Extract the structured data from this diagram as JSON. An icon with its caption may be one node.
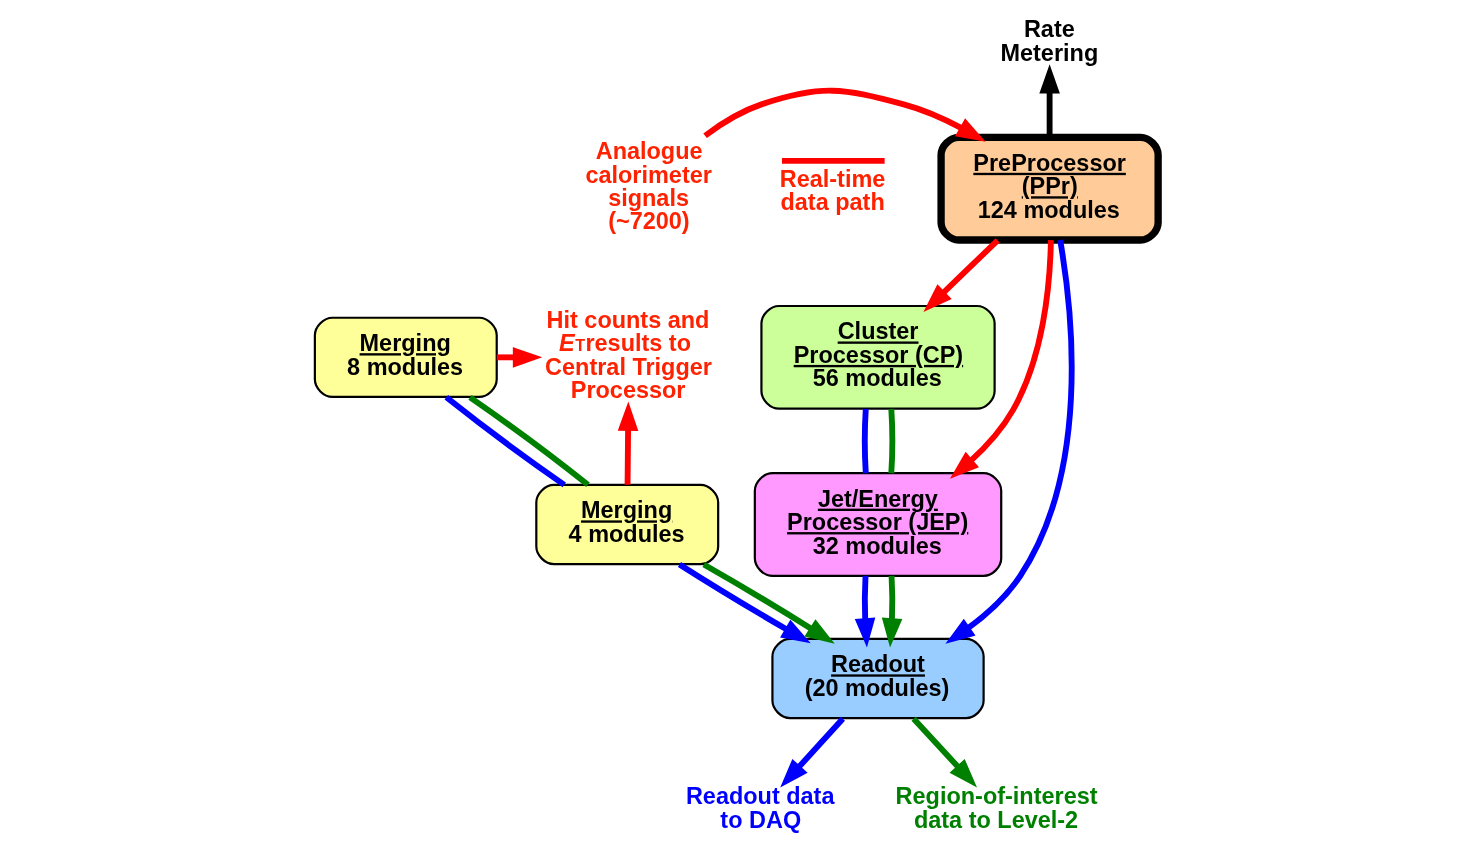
{
  "diagram": {
    "nodes": [
      {
        "text": [
          "PreProcessor (PPr)",
          "124 modules"
        ]
      },
      {
        "text": [
          "Cluster Processor (CP)",
          "56 modules"
        ]
      },
      {
        "text": [
          "Merging",
          "8 modules"
        ]
      },
      {
        "text": [
          "Jet/Energy Processor (JEP)",
          "32 modules"
        ]
      },
      {
        "text": [
          "Merging",
          "4 modules"
        ]
      },
      {
        "text": [
          "Readout",
          "(20 modules)"
        ]
      },
      {
        "text": [
          "Analogue calorimeter signals (~7200)"
        ]
      },
      {
        "text": [
          "Rate Metering"
        ]
      },
      {
        "text": [
          "Hit counts and *E*$_{T}$results to Central Trigger Processor"
        ]
      },
      {
        "text": [
          "Readout data to DAQ"
        ]
      },
      {
        "text": [
          "Region-of-interest data to Level-2"
        ]
      }
    ],
    "edges": [
      {
        "from": 6,
        "to": 0,
        "arrow": "to",
        "color": "#ff0000"
      },
      {
        "from": 0,
        "to": 7,
        "arrow": "to",
        "color": "#000000"
      },
      {
        "from": 0,
        "to": 1,
        "arrow": "to",
        "color": "#ff0000"
      },
      {
        "from": 0,
        "to": 3,
        "arrow": "to",
        "color": "#ff0000"
      },
      {
        "from": 2,
        "to": 8,
        "arrow": "to",
        "color": "#ff0000"
      },
      {
        "from": 4,
        "to": 8,
        "arrow": "to",
        "color": "#ff0000"
      },
      {
        "from": 1,
        "to": 3,
        "arrow": "none",
        "color": "#0000ff"
      },
      {
        "from": 1,
        "to": 3,
        "arrow": "none",
        "color": "#008000"
      },
      {
        "from": 2,
        "to": 4,
        "arrow": "none",
        "color": "#0000ff"
      },
      {
        "from": 2,
        "to": 4,
        "arrow": "none",
        "color": "#008000"
      },
      {
        "from": 0,
        "to": 5,
        "arrow": "to",
        "color": "#0000ff"
      },
      {
        "from": 3,
        "to": 5,
        "arrow": "to",
        "color": "#0000ff"
      },
      {
        "from": 3,
        "to": 5,
        "arrow": "to",
        "color": "#008000"
      },
      {
        "from": 4,
        "to": 5,
        "arrow": "to",
        "color": "#0000ff"
      },
      {
        "from": 4,
        "to": 5,
        "arrow": "to",
        "color": "#008000"
      },
      {
        "from": 5,
        "to": 9,
        "arrow": "to",
        "color": "#0000ff"
      },
      {
        "from": 5,
        "to": 10,
        "arrow": "to",
        "color": "#008000"
      }
    ],
    "legend": [
      {
        "text": "Real-time data path"
      }
    ]
  }
}
